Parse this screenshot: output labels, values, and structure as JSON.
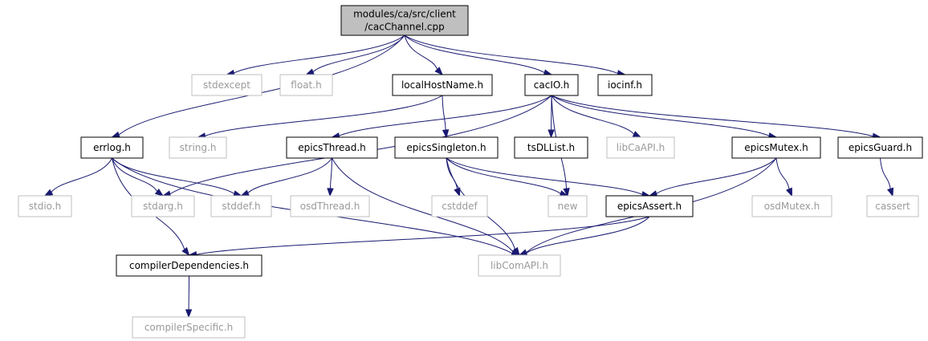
{
  "colors": {
    "edge": "#191970",
    "root_fill": "#bfbfbf",
    "documented_border": "#000000",
    "undocumented_border": "#bfbfbf",
    "undocumented_text": "#9a9a9a"
  },
  "nodes": [
    {
      "id": "root",
      "lines": [
        "modules/ca/src/client",
        "/cacChannel.cpp"
      ],
      "kind": "root"
    },
    {
      "id": "stdexcept",
      "lines": [
        "stdexcept"
      ],
      "kind": "undocumented"
    },
    {
      "id": "float",
      "lines": [
        "float.h"
      ],
      "kind": "undocumented"
    },
    {
      "id": "localHostName",
      "lines": [
        "localHostName.h"
      ],
      "kind": "documented"
    },
    {
      "id": "cacIO",
      "lines": [
        "cacIO.h"
      ],
      "kind": "documented"
    },
    {
      "id": "iocinf",
      "lines": [
        "iocinf.h"
      ],
      "kind": "documented"
    },
    {
      "id": "errlog",
      "lines": [
        "errlog.h"
      ],
      "kind": "documented"
    },
    {
      "id": "string",
      "lines": [
        "string.h"
      ],
      "kind": "undocumented"
    },
    {
      "id": "epicsThread",
      "lines": [
        "epicsThread.h"
      ],
      "kind": "documented"
    },
    {
      "id": "epicsSingleton",
      "lines": [
        "epicsSingleton.h"
      ],
      "kind": "documented"
    },
    {
      "id": "tsDLList",
      "lines": [
        "tsDLList.h"
      ],
      "kind": "documented"
    },
    {
      "id": "libCaAPI",
      "lines": [
        "libCaAPI.h"
      ],
      "kind": "undocumented"
    },
    {
      "id": "epicsMutex",
      "lines": [
        "epicsMutex.h"
      ],
      "kind": "documented"
    },
    {
      "id": "epicsGuard",
      "lines": [
        "epicsGuard.h"
      ],
      "kind": "documented"
    },
    {
      "id": "stdio",
      "lines": [
        "stdio.h"
      ],
      "kind": "undocumented"
    },
    {
      "id": "stdarg",
      "lines": [
        "stdarg.h"
      ],
      "kind": "undocumented"
    },
    {
      "id": "stddef",
      "lines": [
        "stddef.h"
      ],
      "kind": "undocumented"
    },
    {
      "id": "osdThread",
      "lines": [
        "osdThread.h"
      ],
      "kind": "undocumented"
    },
    {
      "id": "cstddef",
      "lines": [
        "cstddef"
      ],
      "kind": "undocumented"
    },
    {
      "id": "new",
      "lines": [
        "new"
      ],
      "kind": "undocumented"
    },
    {
      "id": "epicsAssert",
      "lines": [
        "epicsAssert.h"
      ],
      "kind": "documented"
    },
    {
      "id": "osdMutex",
      "lines": [
        "osdMutex.h"
      ],
      "kind": "undocumented"
    },
    {
      "id": "cassert",
      "lines": [
        "cassert"
      ],
      "kind": "undocumented"
    },
    {
      "id": "compilerDependencies",
      "lines": [
        "compilerDependencies.h"
      ],
      "kind": "documented"
    },
    {
      "id": "libComAPI",
      "lines": [
        "libComAPI.h"
      ],
      "kind": "undocumented"
    },
    {
      "id": "compilerSpecific",
      "lines": [
        "compilerSpecific.h"
      ],
      "kind": "undocumented"
    }
  ],
  "edges": [
    {
      "from": "root",
      "to": "stdexcept"
    },
    {
      "from": "root",
      "to": "float"
    },
    {
      "from": "root",
      "to": "localHostName"
    },
    {
      "from": "root",
      "to": "cacIO"
    },
    {
      "from": "root",
      "to": "iocinf"
    },
    {
      "from": "root",
      "to": "errlog"
    },
    {
      "from": "localHostName",
      "to": "string"
    },
    {
      "from": "localHostName",
      "to": "epicsSingleton"
    },
    {
      "from": "cacIO",
      "to": "epicsThread"
    },
    {
      "from": "cacIO",
      "to": "stdarg"
    },
    {
      "from": "cacIO",
      "to": "tsDLList"
    },
    {
      "from": "cacIO",
      "to": "libCaAPI"
    },
    {
      "from": "cacIO",
      "to": "new"
    },
    {
      "from": "cacIO",
      "to": "epicsMutex"
    },
    {
      "from": "cacIO",
      "to": "epicsGuard"
    },
    {
      "from": "errlog",
      "to": "stdio"
    },
    {
      "from": "errlog",
      "to": "stdarg"
    },
    {
      "from": "errlog",
      "to": "stddef"
    },
    {
      "from": "errlog",
      "to": "compilerDependencies"
    },
    {
      "from": "errlog",
      "to": "libComAPI"
    },
    {
      "from": "epicsThread",
      "to": "stddef"
    },
    {
      "from": "epicsThread",
      "to": "osdThread"
    },
    {
      "from": "epicsThread",
      "to": "libComAPI"
    },
    {
      "from": "epicsSingleton",
      "to": "cstddef"
    },
    {
      "from": "epicsSingleton",
      "to": "new"
    },
    {
      "from": "epicsSingleton",
      "to": "epicsAssert"
    },
    {
      "from": "epicsSingleton",
      "to": "libComAPI"
    },
    {
      "from": "epicsMutex",
      "to": "epicsAssert"
    },
    {
      "from": "epicsMutex",
      "to": "osdMutex"
    },
    {
      "from": "epicsMutex",
      "to": "libComAPI"
    },
    {
      "from": "epicsGuard",
      "to": "cassert"
    },
    {
      "from": "epicsAssert",
      "to": "compilerDependencies"
    },
    {
      "from": "epicsAssert",
      "to": "libComAPI"
    },
    {
      "from": "compilerDependencies",
      "to": "compilerSpecific"
    }
  ]
}
